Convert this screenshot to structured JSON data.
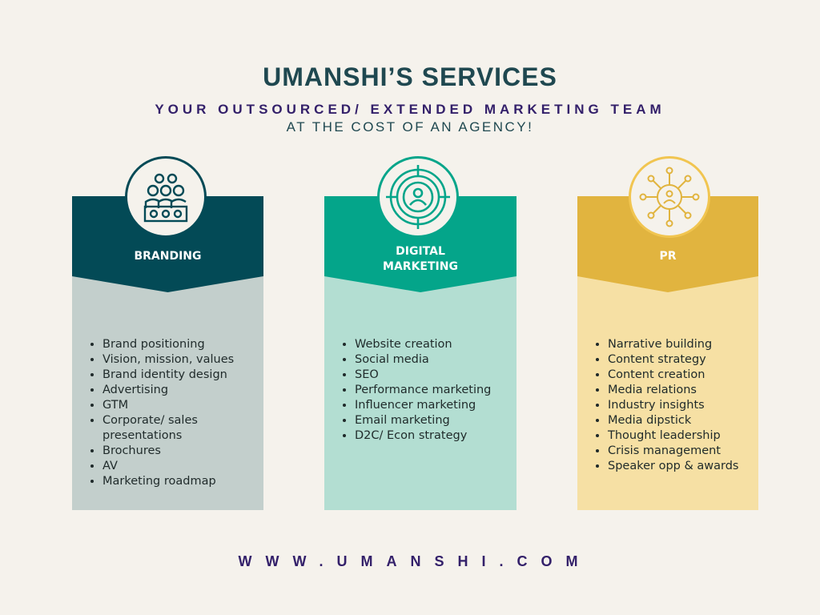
{
  "title": "UMANSHI’S SERVICES",
  "subtitle_line1": "YOUR OUTSOURCED/ EXTENDED MARKETING TEAM",
  "subtitle_line2": "AT THE COST OF AN AGENCY!",
  "colors": {
    "branding_dark": "#034a56",
    "branding_light": "#c3cfcc",
    "digital_dark": "#04a58a",
    "digital_light": "#b3ded2",
    "pr_dark": "#e1b43f",
    "pr_light": "#f6e0a4"
  },
  "cards": [
    {
      "label_line1": "BRANDING",
      "label_line2": "",
      "icon": "team-icon",
      "items": [
        "Brand positioning",
        "Vision, mission, values",
        "Brand identity design",
        "Advertising",
        "GTM",
        "Corporate/ sales presentations",
        "Brochures",
        "AV",
        "Marketing roadmap"
      ]
    },
    {
      "label_line1": "DIGITAL",
      "label_line2": "MARKETING",
      "icon": "target-user-icon",
      "items": [
        "Website creation",
        "Social media",
        "SEO",
        "Performance marketing",
        "Influencer marketing",
        "Email marketing",
        "D2C/ Econ strategy"
      ]
    },
    {
      "label_line1": "PR",
      "label_line2": "",
      "icon": "network-icon",
      "items": [
        "Narrative building",
        "Content strategy",
        "Content creation",
        "Media relations",
        "Industry insights",
        "Media dipstick",
        "Thought leadership",
        "Crisis management",
        "Speaker opp & awards"
      ]
    }
  ],
  "url": "WWW.UMANSHI.COM"
}
